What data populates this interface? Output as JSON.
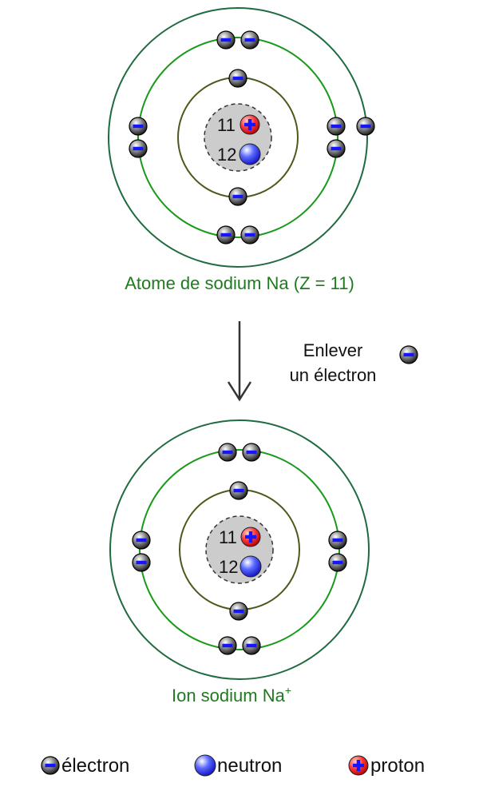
{
  "colors": {
    "caption": "#1f7a1f",
    "outer_shell": "#1f6b3f",
    "middle_shell": "#1a9a1a",
    "inner_shell": "#4a5a1a",
    "nucleus_fill": "#cccccc",
    "electron_sign": "#1515ff",
    "proton_fill": "#ff2a2a",
    "proton_sign": "#1515ff",
    "neutron_fill": "#2a3aff",
    "arrow": "#333333"
  },
  "atom": {
    "proton_count": "11",
    "neutron_count": "12",
    "caption": "Atome de sodium Na (Z = 11)",
    "shell_electrons": [
      2,
      8,
      1
    ]
  },
  "transition": {
    "line1": "Enlever",
    "line2": "un électron",
    "icon": "electron-icon"
  },
  "ion": {
    "proton_count": "11",
    "neutron_count": "12",
    "caption_base": "Ion sodium Na",
    "caption_charge": "+",
    "shell_electrons": [
      2,
      8
    ]
  },
  "legend": {
    "electron": "électron",
    "neutron": "neutron",
    "proton": "proton"
  }
}
